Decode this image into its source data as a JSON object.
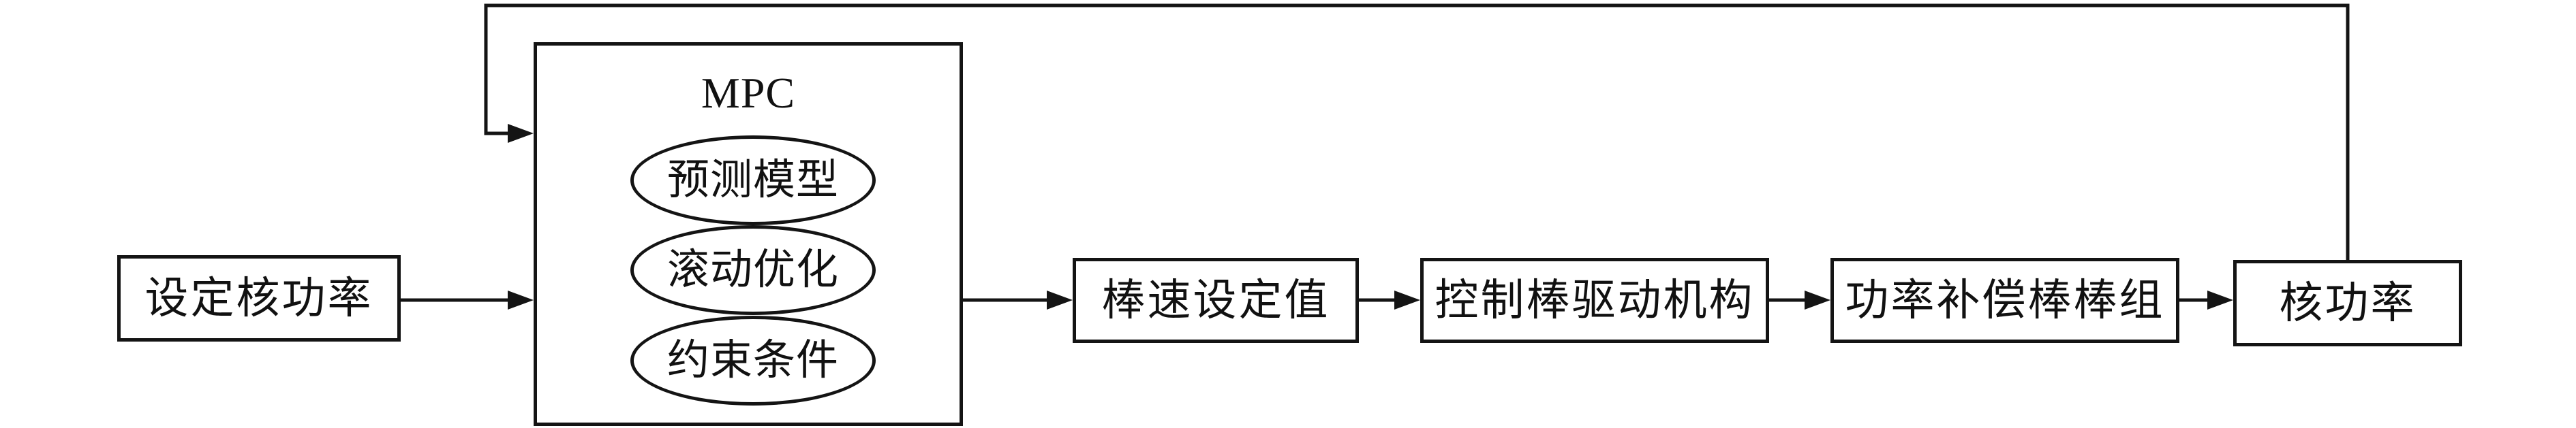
{
  "diagram": {
    "type": "control-block-diagram",
    "background_color": "#ffffff",
    "line_color": "#141414",
    "nodes": {
      "setpoint": {
        "label": "设定核功率"
      },
      "mpc": {
        "label": "MPC",
        "components": [
          {
            "label": "预测模型"
          },
          {
            "label": "滚动优化"
          },
          {
            "label": "约束条件"
          }
        ]
      },
      "rod_speed": {
        "label": "棒速设定值"
      },
      "crdm": {
        "label": "控制棒驱动机构"
      },
      "comp_rod_group": {
        "label": "功率补偿棒棒组"
      },
      "nuclear_power": {
        "label": "核功率"
      }
    },
    "edges": [
      {
        "from": "setpoint",
        "to": "mpc",
        "type": "arrow"
      },
      {
        "from": "mpc",
        "to": "rod_speed",
        "type": "arrow"
      },
      {
        "from": "rod_speed",
        "to": "crdm",
        "type": "arrow"
      },
      {
        "from": "crdm",
        "to": "comp_rod_group",
        "type": "arrow"
      },
      {
        "from": "comp_rod_group",
        "to": "nuclear_power",
        "type": "arrow"
      },
      {
        "from": "nuclear_power",
        "to": "mpc",
        "type": "feedback-arrow"
      }
    ]
  }
}
